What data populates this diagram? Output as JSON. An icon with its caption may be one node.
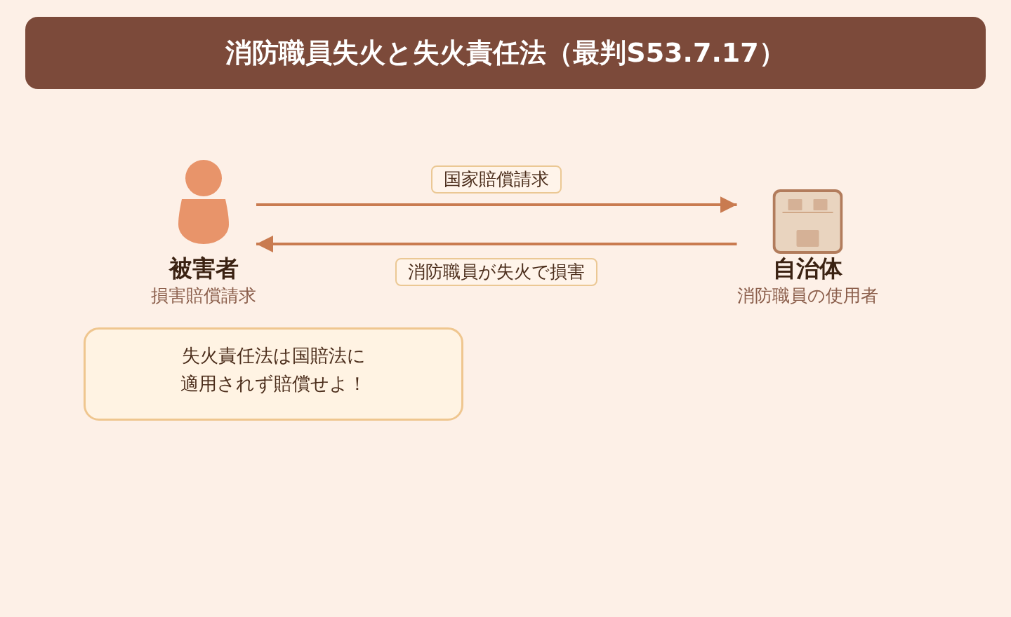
{
  "diagram": {
    "title": "消防職員失火と失火責任法（最判S53.7.17）",
    "nodes": [
      {
        "text": [
          "被害者",
          "損害賠償請求"
        ]
      },
      {
        "text": [
          "自治体",
          "消防職員の使用者"
        ]
      },
      {
        "text": [
          "失火責任法は国賠法に適用されず賠償せよ！"
        ]
      }
    ],
    "edges": [
      {
        "from": 0,
        "to": 1,
        "arrow": "to",
        "label": "国家賠償請求"
      },
      {
        "from": 1,
        "to": 0,
        "arrow": "to",
        "label": "消防職員が失火で損害"
      }
    ]
  }
}
